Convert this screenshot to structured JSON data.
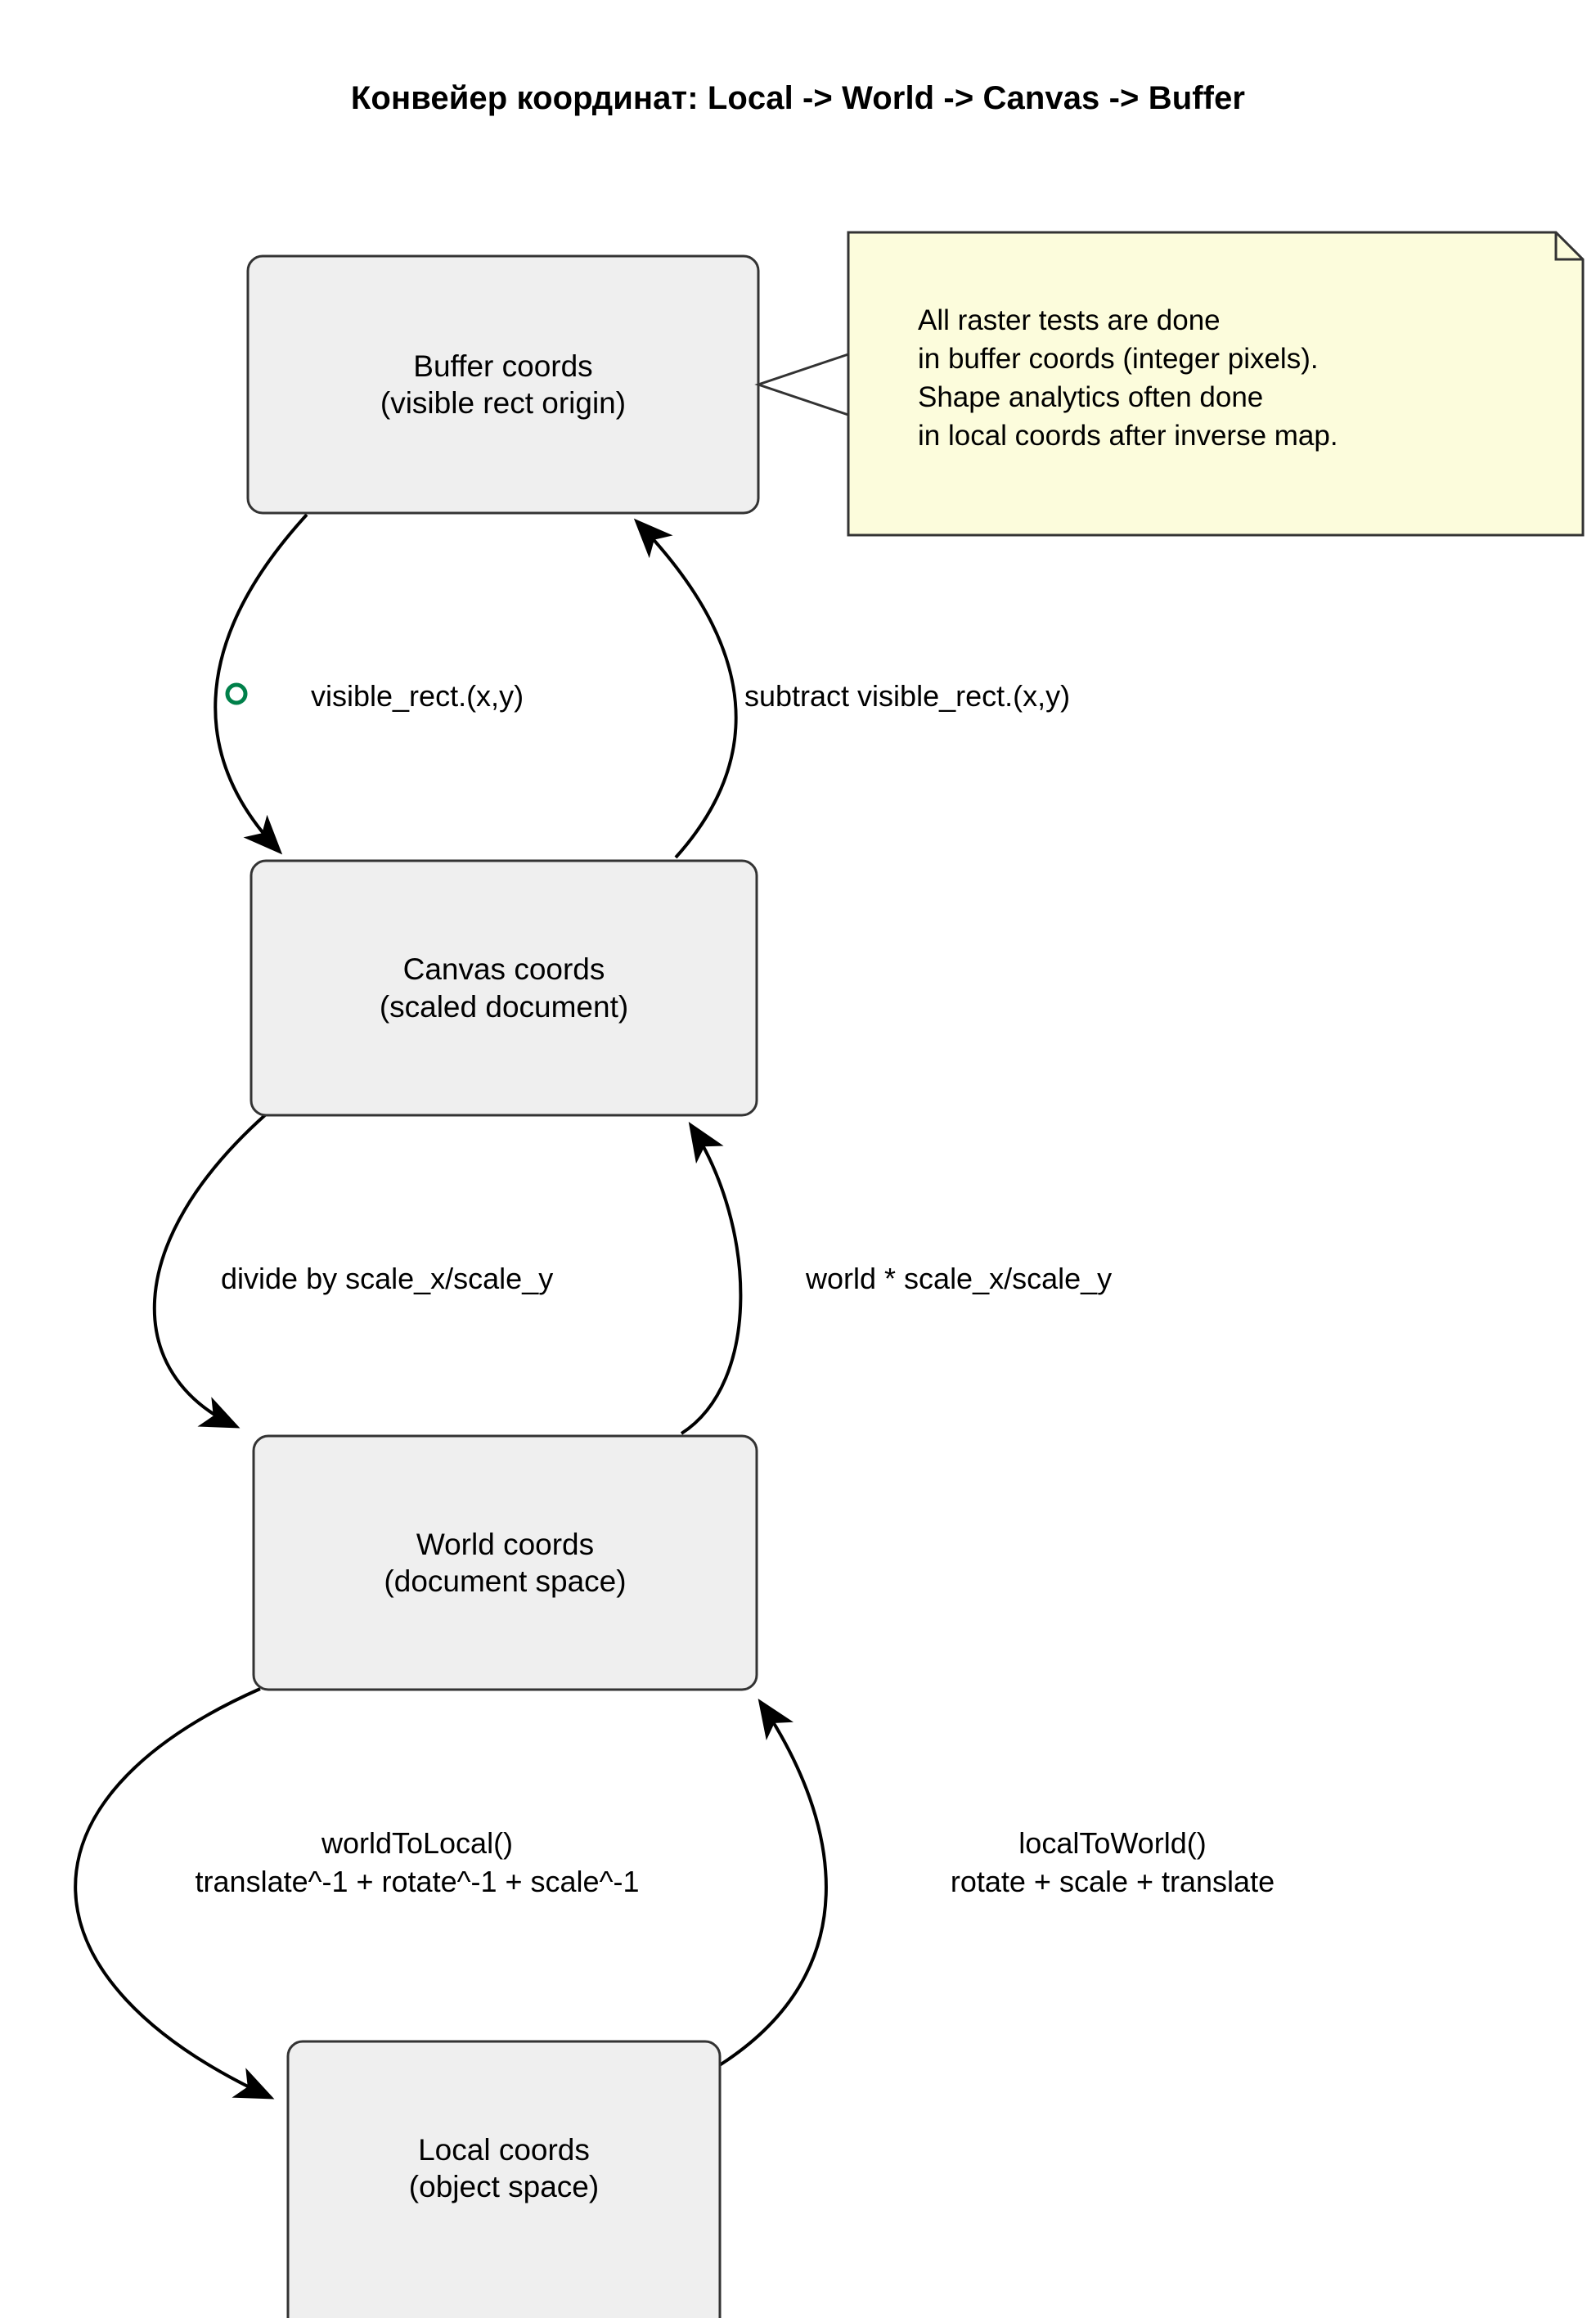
{
  "title": "Конвейер координат: Local -> World -> Canvas -> Buffer",
  "colors": {
    "node_fill": "#EFEFEF",
    "node_stroke": "#333333",
    "note_fill": "#FCFCDC",
    "note_stroke": "#333333",
    "edge_stroke": "#000000",
    "marker_green": "#00804A",
    "page_background": "#FFFFFF"
  },
  "nodes": [
    {
      "id": "buffer",
      "line1": "Buffer coords",
      "line2": "(visible rect origin)"
    },
    {
      "id": "canvas",
      "line1": "Canvas coords",
      "line2": "(scaled document)"
    },
    {
      "id": "world",
      "line1": "World coords",
      "line2": "(document space)"
    },
    {
      "id": "local",
      "line1": "Local coords",
      "line2": "(object space)"
    }
  ],
  "note": {
    "lines": [
      "All raster tests are done",
      "in buffer coords (integer pixels).",
      "Shape analytics often done",
      "in local coords after inverse map."
    ]
  },
  "edges": [
    {
      "id": "buffer-to-canvas",
      "from": "buffer",
      "to": "canvas",
      "direction": "down-left",
      "label_line1": "visible_rect.(x,y)",
      "label_line2": "",
      "marker": "circle-outline-green"
    },
    {
      "id": "canvas-to-buffer",
      "from": "canvas",
      "to": "buffer",
      "direction": "up-right",
      "label_line1": "subtract visible_rect.(x,y)",
      "label_line2": "",
      "marker": "none"
    },
    {
      "id": "canvas-to-world",
      "from": "canvas",
      "to": "world",
      "direction": "down-left",
      "label_line1": "divide by scale_x/scale_y",
      "label_line2": "",
      "marker": "none"
    },
    {
      "id": "world-to-canvas",
      "from": "world",
      "to": "canvas",
      "direction": "up-right",
      "label_line1": "world * scale_x/scale_y",
      "label_line2": "",
      "marker": "none"
    },
    {
      "id": "world-to-local",
      "from": "world",
      "to": "local",
      "direction": "down-left",
      "label_line1": "worldToLocal()",
      "label_line2": "translate^-1 + rotate^-1 + scale^-1",
      "marker": "none"
    },
    {
      "id": "local-to-world",
      "from": "local",
      "to": "world",
      "direction": "up-right",
      "label_line1": "localToWorld()",
      "label_line2": "rotate + scale + translate",
      "marker": "none"
    }
  ]
}
